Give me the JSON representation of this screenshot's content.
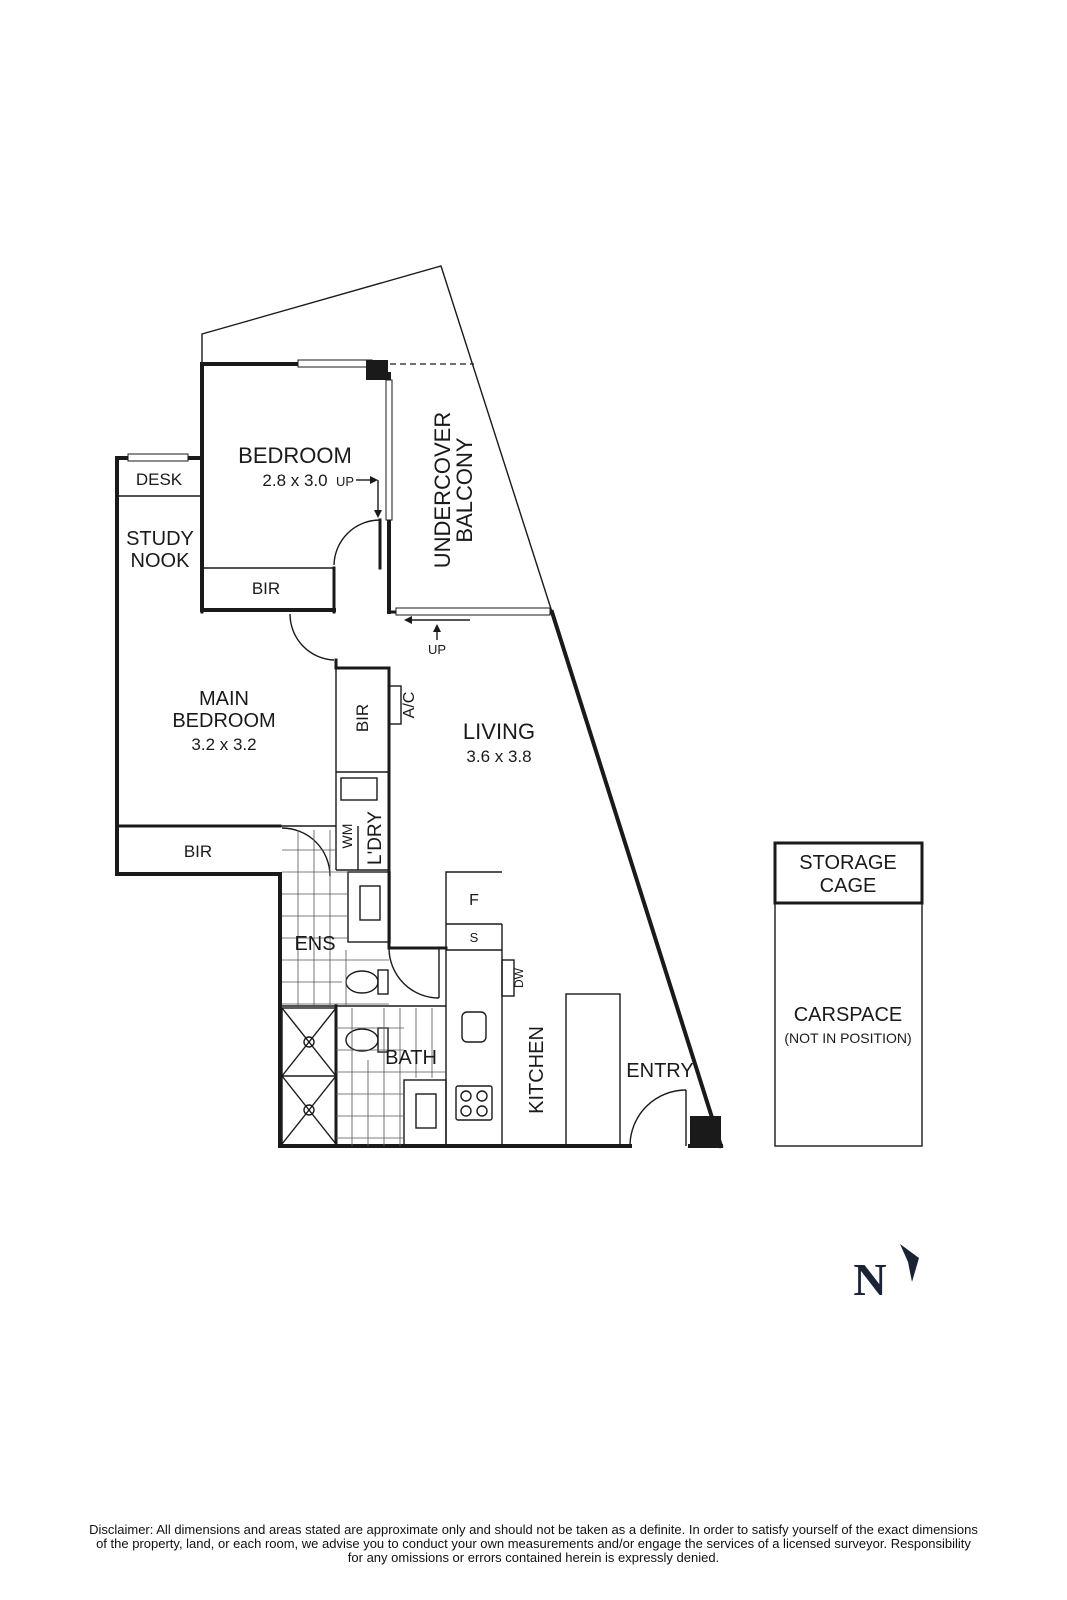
{
  "rooms": {
    "bedroom": {
      "name": "BEDROOM",
      "dims": "2.8 x 3.0"
    },
    "main_bedroom": {
      "name_line1": "MAIN",
      "name_line2": "BEDROOM",
      "dims": "3.2 x 3.2"
    },
    "living": {
      "name": "LIVING",
      "dims": "3.6 x 3.8"
    },
    "study_nook": {
      "line1": "STUDY",
      "line2": "NOOK"
    },
    "desk": "DESK",
    "bir": "BIR",
    "balcony": {
      "line1": "UNDERCOVER",
      "line2": "BALCONY"
    },
    "ac": "A/C",
    "wm": "WM",
    "laundry": "L'DRY",
    "ensuite": "ENS",
    "bath": "BATH",
    "kitchen": "KITCHEN",
    "fridge": "F",
    "sink": "S",
    "dishwasher": "DW",
    "entry": "ENTRY",
    "up": "UP"
  },
  "storage": {
    "line1": "STORAGE",
    "line2": "CAGE"
  },
  "carspace": {
    "title": "CARSPACE",
    "note": "(NOT IN POSITION)"
  },
  "compass": {
    "letter": "N",
    "icon": "north-arrow-icon"
  },
  "disclaimer": {
    "line1": "Disclaimer: All dimensions and areas stated are approximate only and should not be taken as a definite. In order to satisfy yourself of the exact dimensions",
    "line2": "of the property, land, or each room, we advise you to conduct your own measurements and/or engage the services of a licensed surveyor. Responsibility",
    "line3": "for any omissions or errors contained herein is expressly denied."
  },
  "colors": {
    "wall": "#1a1a1a",
    "compass": "#1b2336"
  }
}
